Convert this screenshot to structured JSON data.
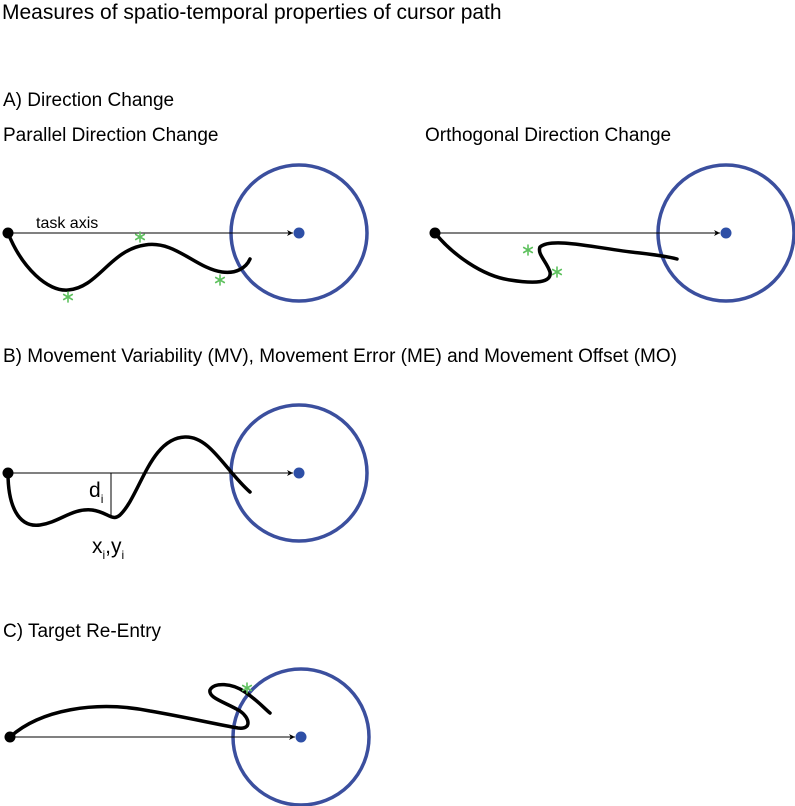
{
  "title": "Measures of spatio-temporal properties of cursor path",
  "sections": {
    "a": {
      "title": "A) Direction Change",
      "parallel": {
        "title": "Parallel Direction Change",
        "axis_label": "task axis"
      },
      "orthogonal": {
        "title": "Orthogonal Direction Change"
      }
    },
    "b": {
      "title": "B) Movement Variability (MV), Movement Error (ME) and Movement Offset (MO)",
      "distance_label": {
        "base": "d",
        "sub": "i"
      },
      "point_label": {
        "x": "x",
        "x_sub": "i",
        "sep": ",",
        "y": "y",
        "y_sub": "i"
      }
    },
    "c": {
      "title": "C) Target Re-Entry"
    }
  },
  "colors": {
    "target_circle": "#3b4f9e",
    "target_dot": "#2e4fa6",
    "marker": "#5fc15f",
    "path": "#000000",
    "axis": "#000000"
  },
  "icons": {
    "marker": "asterisk-icon",
    "start": "start-dot-icon",
    "target_center": "target-center-dot-icon",
    "arrow": "arrowhead-icon"
  }
}
